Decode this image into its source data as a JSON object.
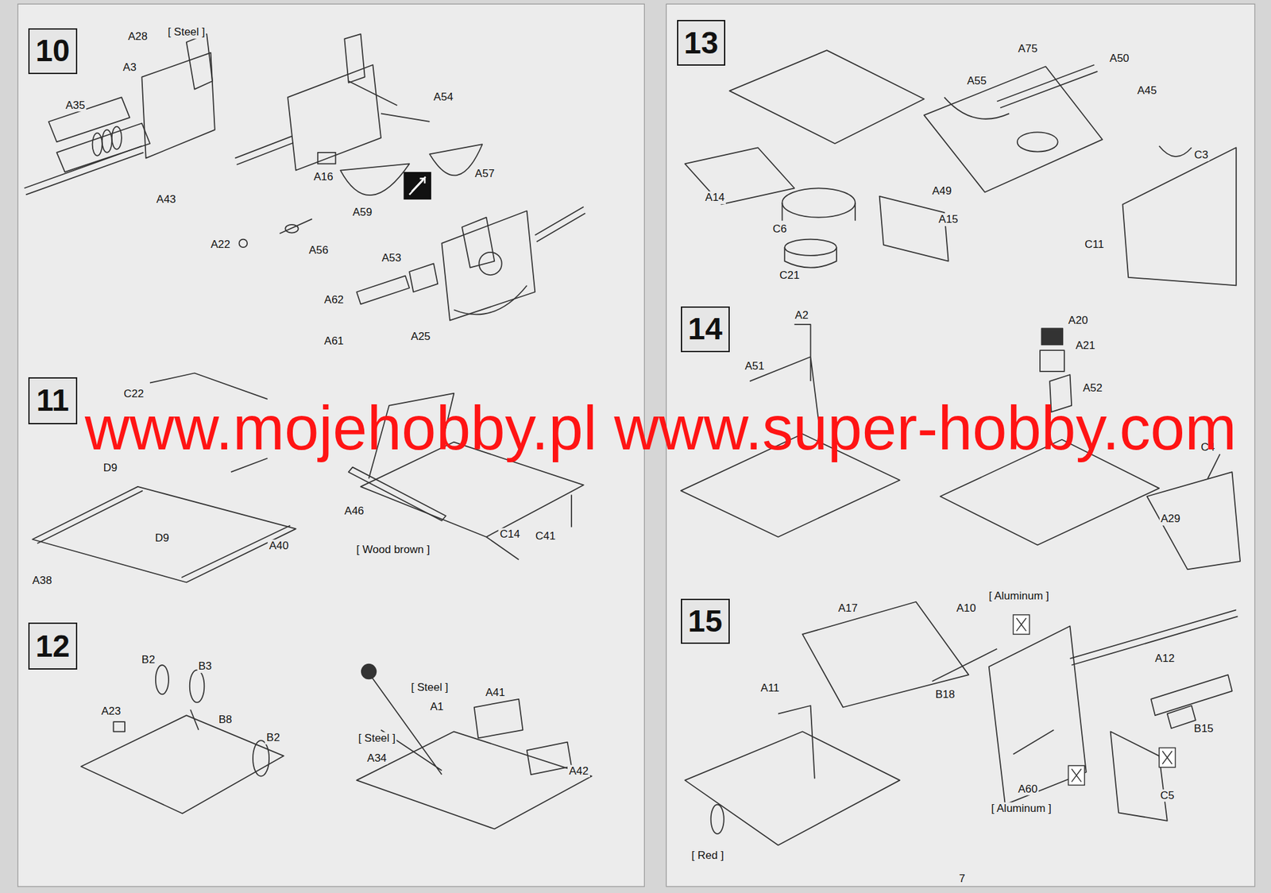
{
  "diagram": {
    "nodes": [
      {
        "text": [
          "10"
        ]
      },
      {
        "text": [
          "11"
        ]
      },
      {
        "text": [
          "12"
        ]
      },
      {
        "text": [
          "13"
        ]
      },
      {
        "text": [
          "14"
        ]
      },
      {
        "text": [
          "15"
        ]
      }
    ],
    "labels": [
      "A28",
      "[ Steel ]",
      "A3",
      "A35",
      "A43",
      "A54",
      "A16",
      "A57",
      "A59",
      "A22",
      "A56",
      "A53",
      "A62",
      "A61",
      "A25",
      "C22",
      "D9",
      "D9",
      "A40",
      "A38",
      "A46",
      "[ Wood brown ]",
      "C14",
      "C41",
      "B2",
      "B3",
      "B8",
      "B2",
      "A23",
      "[ Steel ]",
      "A1",
      "[ Steel ]",
      "A34",
      "A41",
      "A42",
      "A75",
      "A50",
      "A55",
      "A45",
      "C3",
      "A14",
      "A49",
      "C6",
      "A15",
      "C21",
      "C11",
      "A2",
      "A51",
      "A20",
      "A21",
      "A52",
      "C4",
      "A29",
      "[ Aluminum ]",
      "A17",
      "A10",
      "B18",
      "A12",
      "B15",
      "A11",
      "A60",
      "[ Aluminum ]",
      "C5",
      "[ Red ]",
      "www.mojehobby.pl www.super-hobby.com",
      "7"
    ]
  }
}
